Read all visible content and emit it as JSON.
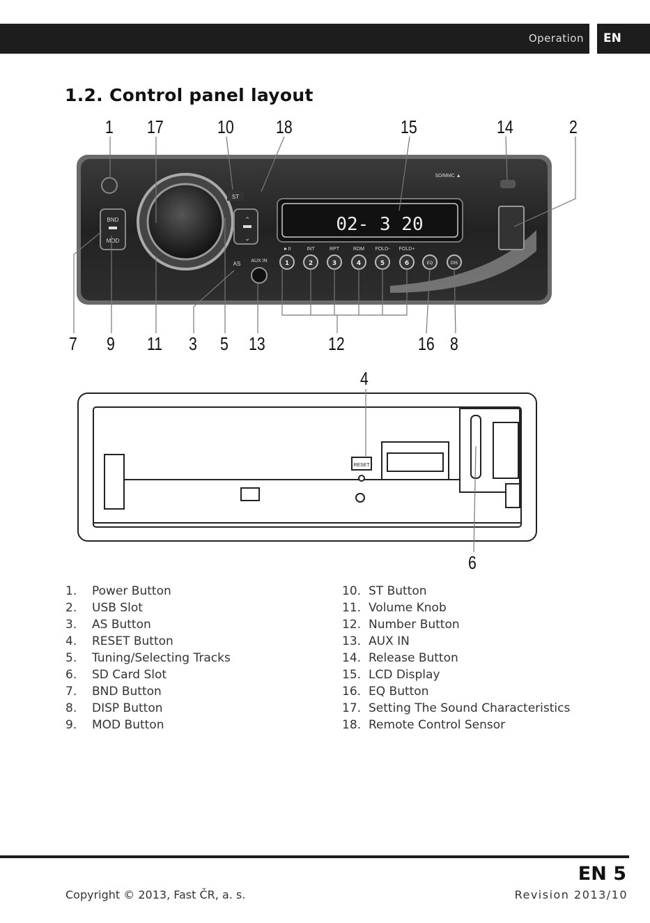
{
  "header": {
    "section": "Operation",
    "lang": "EN"
  },
  "page_title": "1.2.  Control panel layout",
  "front_callouts_top": [
    "1",
    "17",
    "10",
    "18",
    "15",
    "14",
    "2"
  ],
  "front_callouts_bottom": [
    "7",
    "9",
    "11",
    "3",
    "5",
    "13",
    "12",
    "16",
    "8"
  ],
  "rear_callouts": {
    "top": "4",
    "bottom": "6"
  },
  "panel_labels": {
    "bnd": "BND",
    "mod": "MOD",
    "st": "ST",
    "as": "AS",
    "aux": "AUX IN",
    "sdmmc": "SD/MMC ▲",
    "eq": "EQ",
    "disp": "DIS",
    "reset": "RESET",
    "preset_tags": [
      "►II",
      "INT",
      "RPT",
      "RDM",
      "FOLD-",
      "FOLD+"
    ],
    "preset_numbers": [
      "1",
      "2",
      "3",
      "4",
      "5",
      "6"
    ],
    "lcd_text": "02- 3 20"
  },
  "legend_left": [
    {
      "n": "1.",
      "t": "Power Button"
    },
    {
      "n": "2.",
      "t": "USB Slot"
    },
    {
      "n": "3.",
      "t": "AS Button"
    },
    {
      "n": "4.",
      "t": "RESET Button"
    },
    {
      "n": "5.",
      "t": "Tuning/Selecting Tracks"
    },
    {
      "n": "6.",
      "t": "SD Card Slot"
    },
    {
      "n": "7.",
      "t": "BND Button"
    },
    {
      "n": "8.",
      "t": "DISP Button"
    },
    {
      "n": "9.",
      "t": "MOD Button"
    }
  ],
  "legend_right": [
    {
      "n": "10.",
      "t": "ST Button"
    },
    {
      "n": "11.",
      "t": "Volume Knob"
    },
    {
      "n": "12.",
      "t": "Number Button"
    },
    {
      "n": "13.",
      "t": "AUX IN"
    },
    {
      "n": "14.",
      "t": "Release Button"
    },
    {
      "n": "15.",
      "t": "LCD Display"
    },
    {
      "n": "16.",
      "t": "EQ Button"
    },
    {
      "n": "17.",
      "t": "Setting The Sound Characteristics"
    },
    {
      "n": "18.",
      "t": "Remote Control Sensor"
    }
  ],
  "footer": {
    "page": "EN 5",
    "copyright": "Copyright © 2013, Fast ČR, a. s.",
    "revision": "Revision 2013/10"
  }
}
